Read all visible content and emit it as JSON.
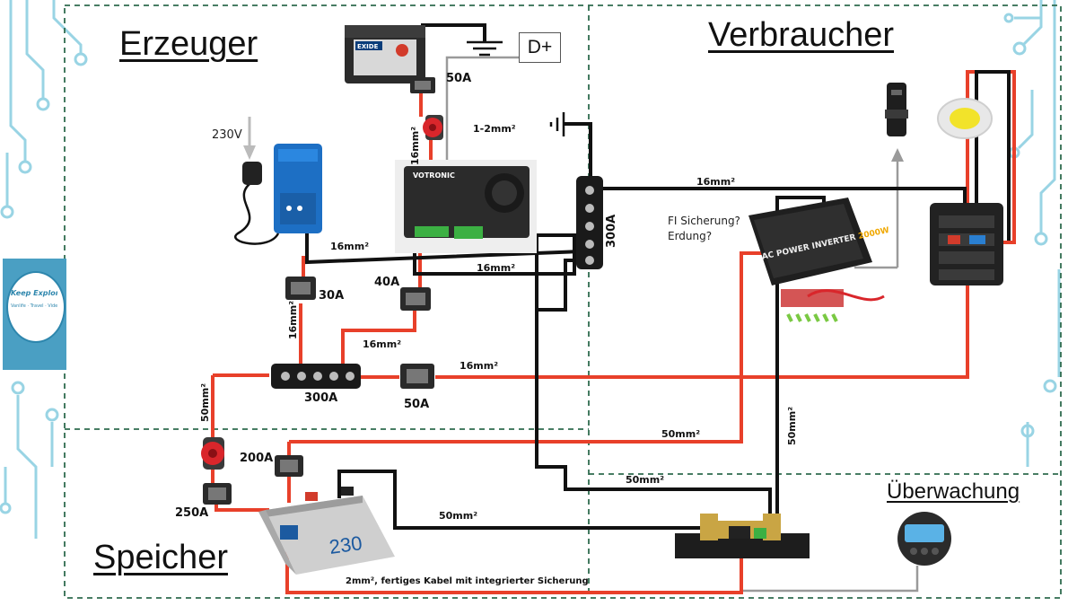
{
  "sections": {
    "erzeuger": "Erzeuger",
    "verbraucher": "Verbraucher",
    "speicher": "Speicher",
    "ueberwachung": "Überwachung"
  },
  "labels": {
    "v230": "230V",
    "dplus": "D+",
    "fuse_50a_battery": "50A",
    "wire_1_2mm2": "1-2mm²",
    "wire_16mm2_vertical": "16mm²",
    "wire_16mm2_charger": "16mm²",
    "wire_16mm2_busbar_bottom": "16mm²",
    "wire_16mm2_top": "16mm²",
    "busbar_300a_vertical": "300A",
    "fi_question": "FI Sicherung?",
    "erdung_question": "Erdung?",
    "fuse_30a": "30A",
    "fuse_40a": "40A",
    "wire_16mm2_left": "16mm²",
    "wire_16mm2_mid": "16mm²",
    "wire_16mm2_right": "16mm²",
    "busbar_300a_bottom": "300A",
    "fuse_50a_bottom": "50A",
    "wire_50mm2_vertical_left": "50mm²",
    "wire_50mm2_red": "50mm²",
    "wire_50mm2_vertical_right": "50mm²",
    "wire_50mm2_black_mid": "50mm²",
    "wire_50mm2_battery": "50mm²",
    "fuse_200a": "200A",
    "fuse_250a": "250A",
    "cable_note": "2mm², fertiges Kabel mit integrierter Sicherung"
  },
  "devices": {
    "starter_battery_brand": "EXIDE",
    "dc_charger_brand": "VOTRONIC",
    "inverter_label": "AC POWER INVERTER",
    "inverter_power": "2000W",
    "house_battery_capacity": "230"
  },
  "brand_tile": {
    "line1": "Keep Exploring",
    "line2": "Vanlife · Travel · Videos"
  },
  "colors": {
    "positive_wire": "#e8402a",
    "negative_wire": "#111111",
    "signal_wire": "#9a9a9a",
    "section_border": "#2f6b4f",
    "accent_circuit": "#7fc6dc",
    "brand_blue": "#4a9fc3"
  }
}
